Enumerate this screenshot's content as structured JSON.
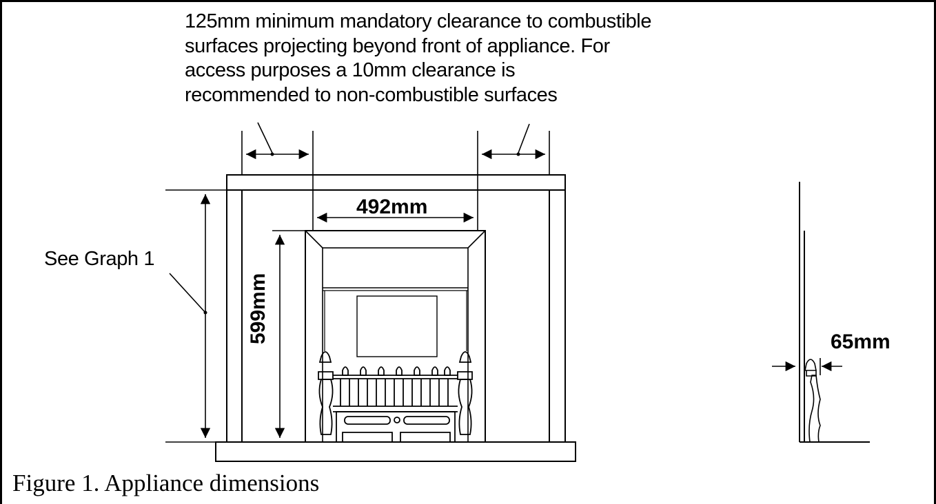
{
  "clearance_note": "125mm minimum mandatory clearance to combustible\nsurfaces projecting beyond front of appliance. For\naccess purposes a 10mm clearance is\nrecommended to non-combustible surfaces",
  "see_graph": "See Graph 1",
  "width_dim": "492mm",
  "height_dim": "599mm",
  "depth_dim": "65mm",
  "caption": "Figure 1. Appliance dimensions"
}
